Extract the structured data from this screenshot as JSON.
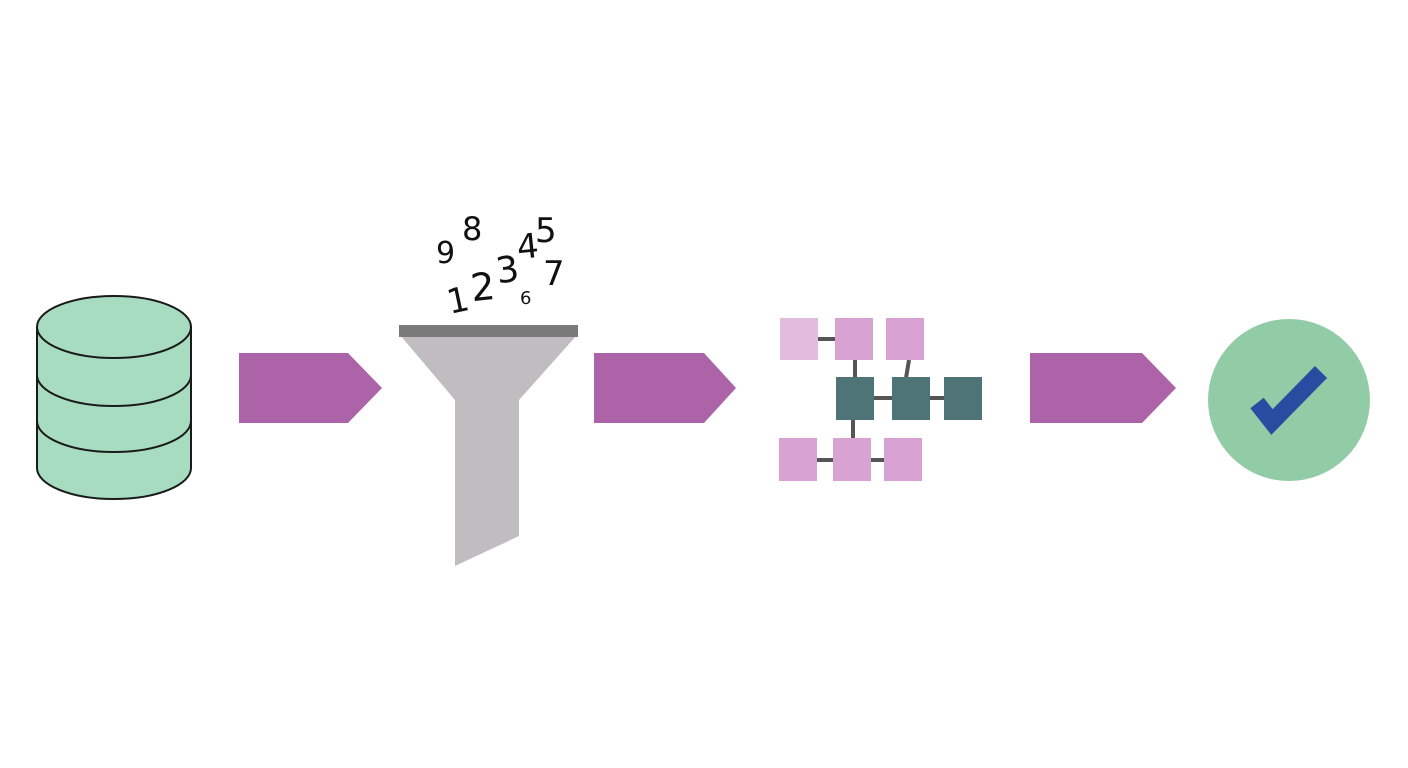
{
  "colors": {
    "background": "#ffffff",
    "database_fill": "#a8dcc0",
    "outline": "#1a1a1a",
    "arrow": "#ad63a8",
    "funnel_body": "#c0bcbf",
    "funnel_rim": "#7a7a7a",
    "digit_text": "#111111",
    "node_light": "#e2bcdc",
    "node_medium": "#d8a3d2",
    "node_dark": "#4e7478",
    "connector": "#555555",
    "check_circle": "#92cca6",
    "check_mark": "#2a4ca0"
  },
  "stages": [
    {
      "id": "database",
      "icon": "database-icon"
    },
    {
      "id": "filter",
      "icon": "funnel-icon"
    },
    {
      "id": "structure",
      "icon": "network-graph-icon"
    },
    {
      "id": "validated",
      "icon": "checkmark-circle-icon"
    }
  ],
  "funnel_digits": [
    "9",
    "8",
    "1",
    "2",
    "3",
    "4",
    "5",
    "6",
    "7"
  ],
  "arrows": [
    {
      "from": "database",
      "to": "filter"
    },
    {
      "from": "filter",
      "to": "structure"
    },
    {
      "from": "structure",
      "to": "validated"
    }
  ]
}
